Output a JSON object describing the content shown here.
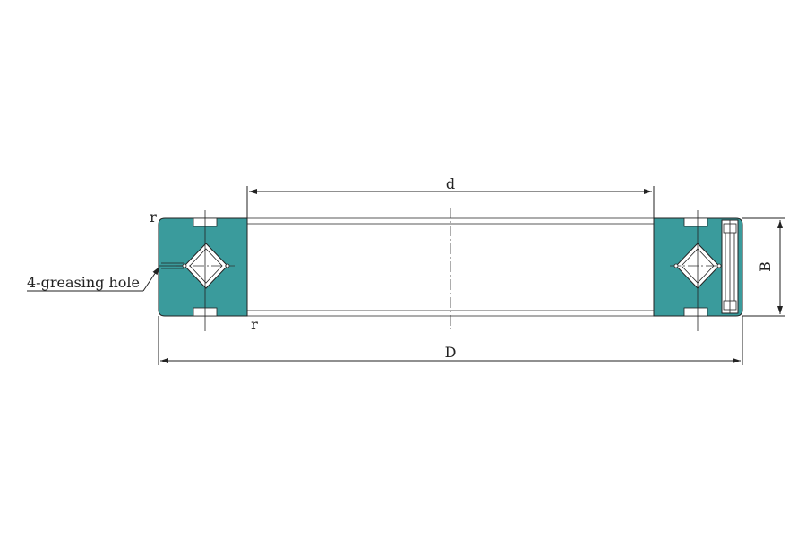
{
  "drawing": {
    "labels": {
      "d": "d",
      "D": "D",
      "B": "B",
      "r_top": "r",
      "r_bottom": "r",
      "greasing_hole": "4-greasing hole"
    },
    "colors": {
      "ring_fill": "#3a9b9c",
      "line": "#222222",
      "background": "#ffffff"
    }
  }
}
